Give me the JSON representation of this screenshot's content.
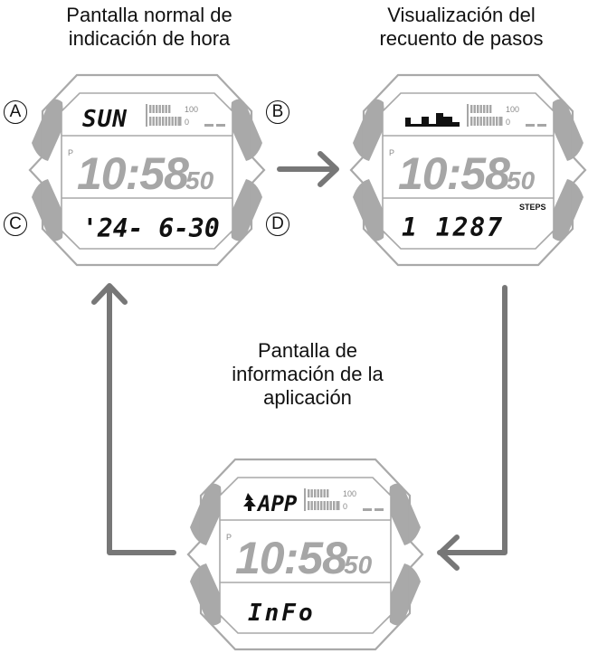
{
  "captions": {
    "normal": [
      "Pantalla normal de",
      "indicación de hora"
    ],
    "steps": [
      "Visualización del",
      "recuento de pasos"
    ],
    "app": [
      "Pantalla de",
      "información de la",
      "aplicación"
    ]
  },
  "buttons": {
    "a": "A",
    "b": "B",
    "c": "C",
    "d": "D"
  },
  "watches": {
    "normal": {
      "top": "SUN",
      "p": "P",
      "time": "10:58",
      "seconds": "50",
      "bottom": "'24- 6-30",
      "scale_max": "100",
      "scale_min": "0"
    },
    "steps": {
      "top_icon": "step-bar-graph",
      "p": "P",
      "time": "10:58",
      "seconds": "50",
      "bottom_label": "STEPS",
      "bottom": "1 1287",
      "scale_max": "100",
      "scale_min": "0"
    },
    "app": {
      "top": "APP",
      "top_icon": "app-tree-icon",
      "p": "P",
      "time": "10:58",
      "seconds": "50",
      "bottom": "InFo",
      "scale_max": "100",
      "scale_min": "0"
    }
  },
  "colors": {
    "outline": "#a9a9a9",
    "button_fill": "#a9a9a9",
    "arrow": "#777777",
    "lcd_dim": "#a6a6a6",
    "lcd_on": "#111111"
  }
}
